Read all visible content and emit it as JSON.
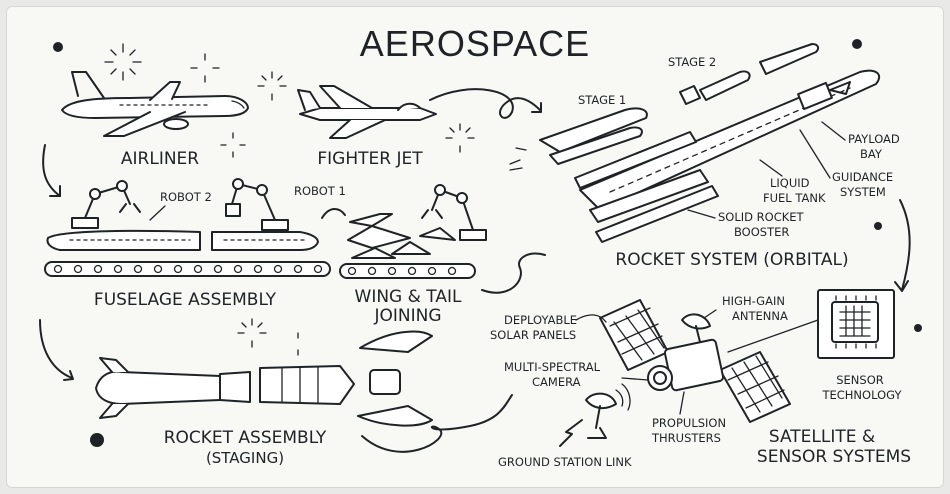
{
  "title": "AEROSPACE",
  "labels": {
    "airliner": "AIRLINER",
    "fighter_jet": "FIGHTER JET",
    "robot2": "ROBOT 2",
    "robot1": "ROBOT 1",
    "fuselage_assembly": "FUSELAGE ASSEMBLY",
    "wing_tail_1": "WING & TAIL",
    "wing_tail_2": "JOINING",
    "stage1": "STAGE 1",
    "stage2": "STAGE 2",
    "payload_1": "PAYLOAD",
    "payload_2": "BAY",
    "guidance_1": "GUIDANCE",
    "guidance_2": "SYSTEM",
    "liquid_1": "LIQUID",
    "liquid_2": "FUEL TANK",
    "solid_1": "SOLID ROCKET",
    "solid_2": "BOOSTER",
    "rocket_system": "ROCKET SYSTEM (ORBITAL)",
    "deployable_1": "DEPLOYABLE",
    "deployable_2": "SOLAR PANELS",
    "antenna_1": "HIGH-GAIN",
    "antenna_2": "ANTENNA",
    "camera_1": "MULTI-SPECTRAL",
    "camera_2": "CAMERA",
    "sensor_1": "SENSOR",
    "sensor_2": "TECHNOLOGY",
    "propulsion_1": "PROPULSION",
    "propulsion_2": "THRUSTERS",
    "ground": "GROUND STATION LINK",
    "rocket_assembly_1": "ROCKET ASSEMBLY",
    "rocket_assembly_2": "(STAGING)",
    "satellite_1": "SATELLITE &",
    "satellite_2": "SENSOR SYSTEMS"
  },
  "colors": {
    "ink": "#1f2327",
    "paper": "#f8f8f5"
  },
  "icons": [
    "airliner-icon",
    "fighter-jet-icon",
    "robot-arm-icon",
    "conveyor-icon",
    "rocket-icon",
    "satellite-icon",
    "chip-icon",
    "dish-icon"
  ]
}
